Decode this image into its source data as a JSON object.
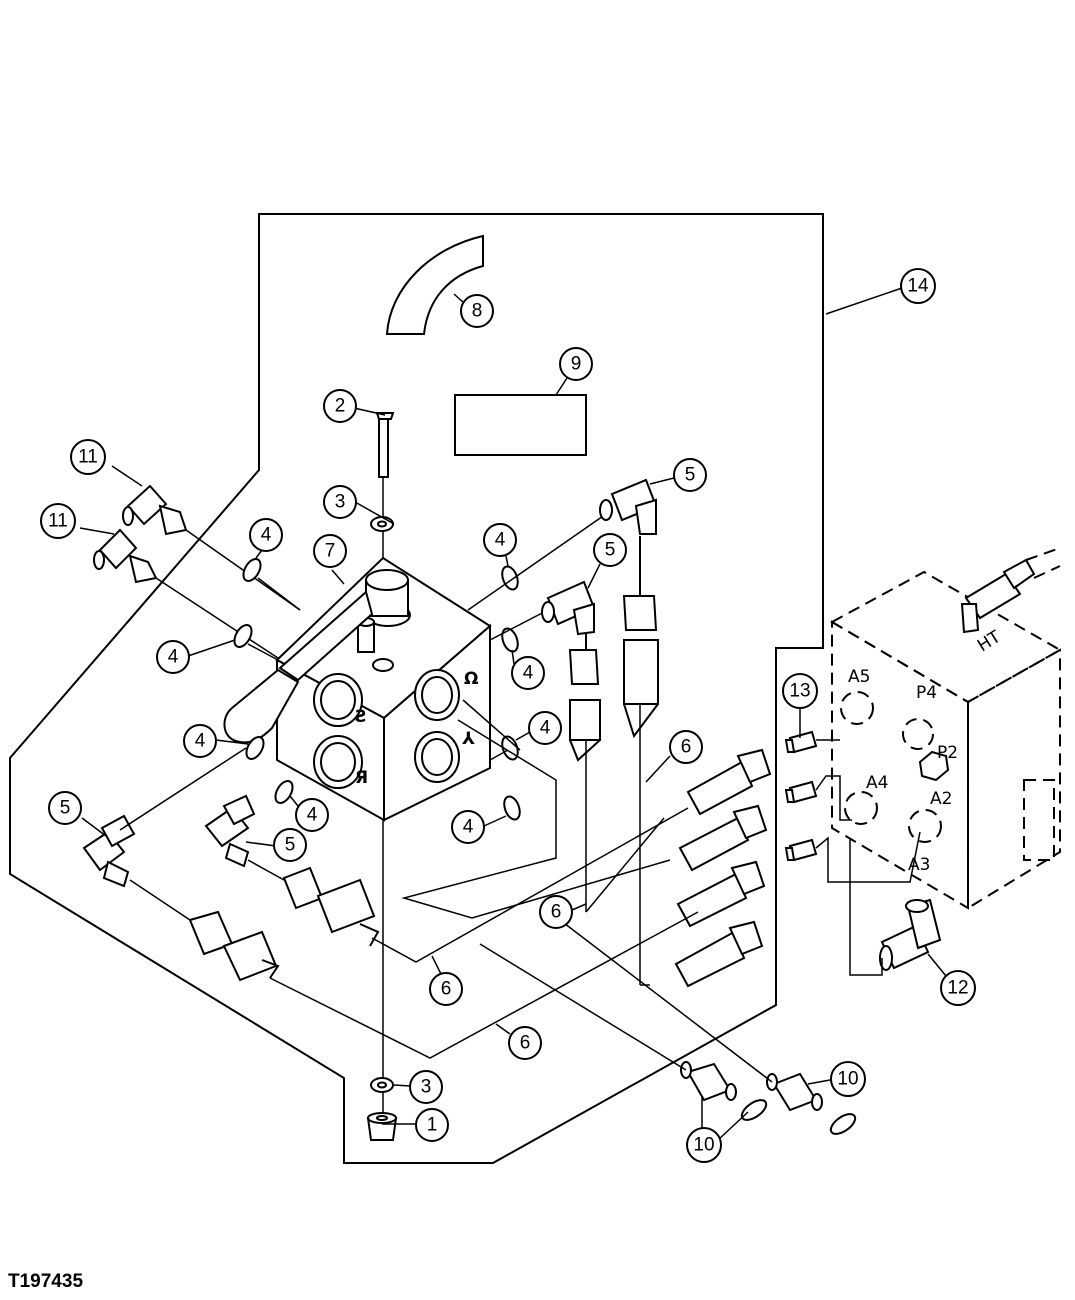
{
  "figure_id": "T197435",
  "callouts": [
    {
      "id": "c1",
      "label": "1"
    },
    {
      "id": "c2",
      "label": "2"
    },
    {
      "id": "c3a",
      "label": "3"
    },
    {
      "id": "c3b",
      "label": "3"
    },
    {
      "id": "c4a",
      "label": "4"
    },
    {
      "id": "c4b",
      "label": "4"
    },
    {
      "id": "c4c",
      "label": "4"
    },
    {
      "id": "c4d",
      "label": "4"
    },
    {
      "id": "c4e",
      "label": "4"
    },
    {
      "id": "c4f",
      "label": "4"
    },
    {
      "id": "c4g",
      "label": "4"
    },
    {
      "id": "c4h",
      "label": "4"
    },
    {
      "id": "c5a",
      "label": "5"
    },
    {
      "id": "c5b",
      "label": "5"
    },
    {
      "id": "c5c",
      "label": "5"
    },
    {
      "id": "c5d",
      "label": "5"
    },
    {
      "id": "c6a",
      "label": "6"
    },
    {
      "id": "c6b",
      "label": "6"
    },
    {
      "id": "c6c",
      "label": "6"
    },
    {
      "id": "c6d",
      "label": "6"
    },
    {
      "id": "c7",
      "label": "7"
    },
    {
      "id": "c8",
      "label": "8"
    },
    {
      "id": "c9",
      "label": "9"
    },
    {
      "id": "c10a",
      "label": "10"
    },
    {
      "id": "c10b",
      "label": "10"
    },
    {
      "id": "c11a",
      "label": "11"
    },
    {
      "id": "c11b",
      "label": "11"
    },
    {
      "id": "c12",
      "label": "12"
    },
    {
      "id": "c13",
      "label": "13"
    },
    {
      "id": "c14",
      "label": "14"
    }
  ],
  "ports": {
    "a5": "A5",
    "p4": "P4",
    "p2": "P2",
    "a4": "A4",
    "a2": "A2",
    "a3": "A3",
    "ht": "HT"
  },
  "valve_face_marks": {
    "top_right": "Ω",
    "bottom_right": "⅄",
    "top_left": "Ƨ",
    "bottom_left": "Я"
  }
}
